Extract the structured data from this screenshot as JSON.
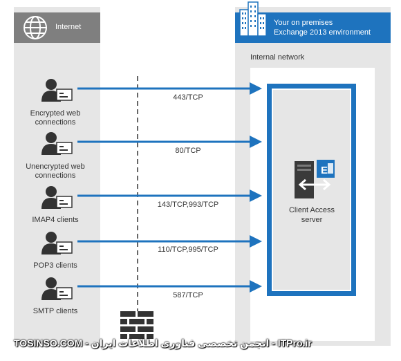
{
  "internet": {
    "label": "Internet",
    "icon": "globe-icon"
  },
  "premises": {
    "line1": "Your on premises",
    "line2": "Exchange 2013 environment",
    "icon": "building-icon"
  },
  "internal_network": {
    "label": "Internal network"
  },
  "server": {
    "line1": "Client Access",
    "line2": "server",
    "icon": "exchange-server-icon"
  },
  "clients": [
    {
      "line1": "Encrypted web",
      "line2": "connections",
      "port": "443/TCP"
    },
    {
      "line1": "Unencrypted web",
      "line2": "connections",
      "port": "80/TCP"
    },
    {
      "line1": "IMAP4 clients",
      "line2": "",
      "port": "143/TCP,993/TCP"
    },
    {
      "line1": "POP3 clients",
      "line2": "",
      "port": "110/TCP,995/TCP"
    },
    {
      "line1": "SMTP clients",
      "line2": "",
      "port": "587/TCP"
    }
  ],
  "watermark": {
    "text": "TOSINSO.COM - انجمن تخصصی فناوری اطلاعات ایران - ITPro.ir"
  },
  "colors": {
    "accent": "#1e73be",
    "gray_header": "#7f7f7f",
    "panel": "#e6e6e6"
  }
}
